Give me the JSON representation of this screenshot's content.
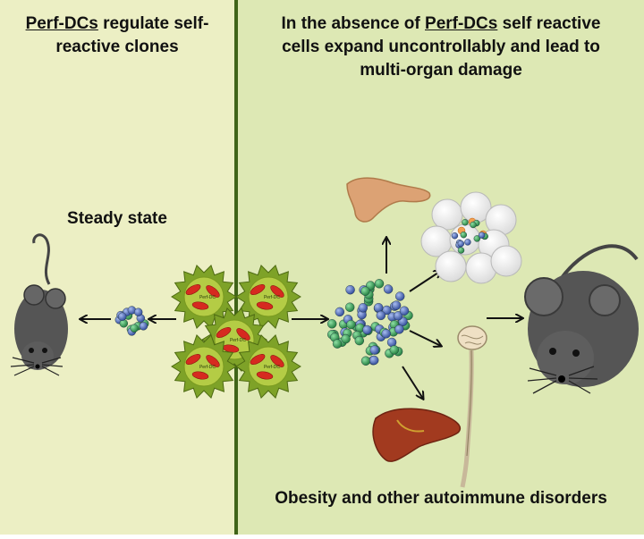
{
  "left_panel": {
    "title_part1": "Perf-DCs",
    "title_part2": " regulate self-",
    "title_line2": "reactive clones",
    "steady_state": "Steady state"
  },
  "right_panel": {
    "title_line1_a": "In the absence of ",
    "title_line1_b": "Perf-DCs",
    "title_line1_c": " self reactive",
    "title_line2": "cells expand uncontrollably and lead to",
    "title_line3": "multi-organ damage",
    "bottom_caption": "Obesity and other autoimmune disorders"
  },
  "dc_label": "Perf-DC",
  "colors": {
    "left_bg": "#ecefc4",
    "right_bg": "#dde8b4",
    "divider": "#3f6418",
    "dc_body": "#7ea228",
    "dc_inner": "#b4cc45",
    "granule": "#d62a20",
    "cell_green": "#2e9a4c",
    "cell_blue": "#3f5fb0",
    "mouse_grey": "#555555",
    "liver": "#a23a1f",
    "pancreas": "#dca274"
  }
}
